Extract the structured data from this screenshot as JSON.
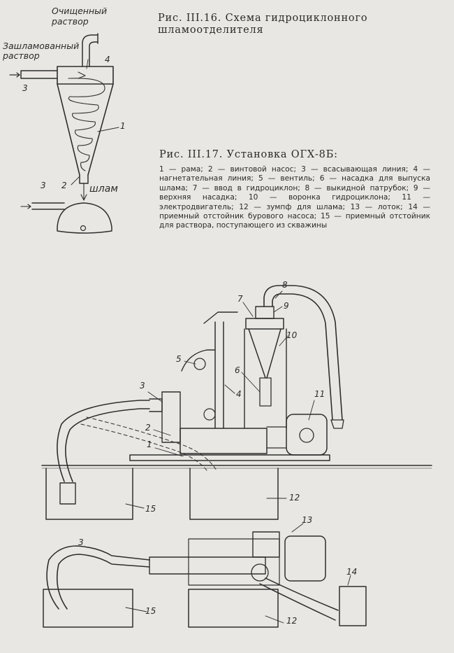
{
  "fig16": {
    "caption": "Рис. III.16. Схема гидроциклонного шламоотделителя",
    "labels": {
      "clean_solution": "Очищенный раствор",
      "slurried_solution": "Зашламованный раствор",
      "sludge": "шлам"
    },
    "numbers": [
      "1",
      "2",
      "3",
      "3",
      "4"
    ]
  },
  "fig17": {
    "caption": "Рис. III.17. Установка ОГХ-8Б:",
    "legend": "1 — рама; 2 — винтовой насос; 3 — всасывающая линия; 4 — нагнетательная линия; 5 — вентиль; 6 — насадка для выпуска шлама; 7 — ввод в гидроциклон; 8 — выкидной патрубок; 9 — верхняя насадка; 10 — воронка гидроциклона; 11 — электродвигатель; 12 — зумпф для шлама; 13 — лоток; 14 — приемный отстойник бурового насоса; 15 — приемный отстойник для раствора, поступающего из скважины",
    "numbers_elevation": [
      "1",
      "2",
      "3",
      "4",
      "5",
      "6",
      "7",
      "8",
      "9",
      "10",
      "11",
      "12",
      "15"
    ],
    "numbers_plan": [
      "3",
      "12",
      "13",
      "14",
      "15"
    ]
  }
}
